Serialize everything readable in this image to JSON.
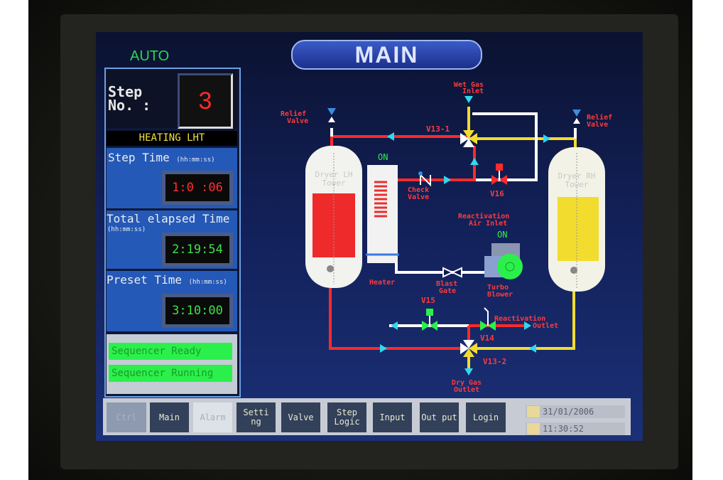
{
  "mode": "AUTO",
  "title": "MAIN",
  "step": {
    "label_line1": "Step",
    "label_line2": "No. :",
    "value": "3"
  },
  "step_name": "HEATING LHT",
  "step_time": {
    "label": "Step Time",
    "unit": "(hh:mm:ss)",
    "value": "1:0 :06"
  },
  "total_time": {
    "label": "Total elapsed Time",
    "unit": "(hh:mm:ss)",
    "value": "2:19:54"
  },
  "preset_time": {
    "label": "Preset Time",
    "unit": "(hh:mm:ss)",
    "value": "3:10:00"
  },
  "status": [
    "Sequencer Ready",
    "Sequencer Running"
  ],
  "diagram": {
    "wet_gas_inlet": [
      "Wet Gas",
      "Inlet"
    ],
    "relief_valve": [
      "Relief",
      "Valve"
    ],
    "v13_1": "V13-1",
    "v13_2": "V13-2",
    "v14": "V14",
    "v15": "V15",
    "v16": "V16",
    "dryer_lh": [
      "Dryer LH",
      "Tower"
    ],
    "dryer_rh": [
      "Dryer RH",
      "Tower"
    ],
    "heater": "Heater",
    "heater_status": "ON",
    "check_valve": [
      "Check",
      "Valve"
    ],
    "reactivation_inlet": [
      "Reactivation",
      "Air Inlet"
    ],
    "blower_status": "ON",
    "blast_gate": [
      "Blast",
      "Gate"
    ],
    "turbo_blower": [
      "Turbo",
      "Blower"
    ],
    "reactivation_outlet": [
      "Reactivation",
      "Outlet"
    ],
    "dry_gas_outlet": [
      "Dry Gas",
      "Outlet"
    ]
  },
  "nav": [
    {
      "label": "Ctrl"
    },
    {
      "label": "Main"
    },
    {
      "label": "Alarm"
    },
    {
      "label": "Setti ng"
    },
    {
      "label": "Valve"
    },
    {
      "label": "Step Logic"
    },
    {
      "label": "Input"
    },
    {
      "label": "Out put"
    },
    {
      "label": "Login"
    }
  ],
  "date": "31/01/2006",
  "time": "11:30:52",
  "colors": {
    "regen": "#ff2a2a",
    "adsorb": "#f2dc2e",
    "flow_arrow": "#2fd8f0",
    "active": "#2bf04b"
  }
}
